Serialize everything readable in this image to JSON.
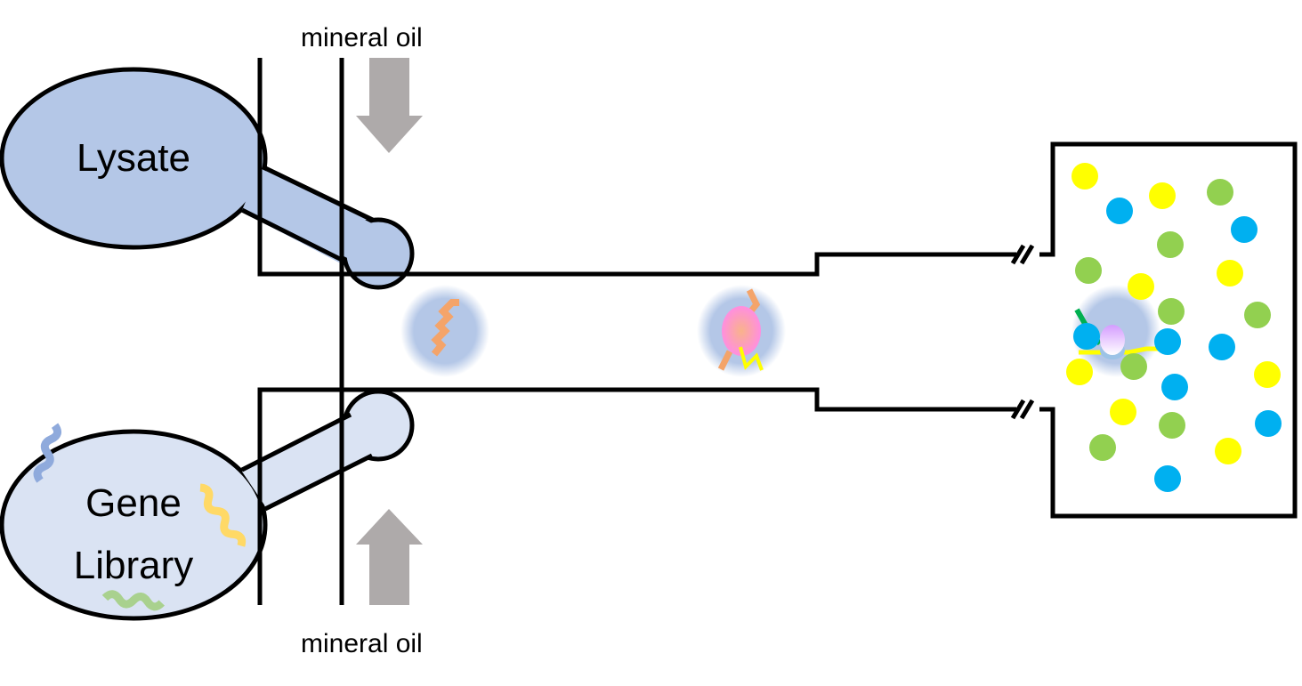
{
  "labels": {
    "oil_top": "mineral oil",
    "oil_bottom": "mineral oil",
    "lysate": "Lysate",
    "gene_line1": "Gene",
    "gene_line2": "Library"
  },
  "colors": {
    "lysate": "#b4c7e7",
    "gene_library": "#dae3f3",
    "arrow": "#aeaaaa",
    "droplet": "#b4c7e7",
    "protein": "#f4a46a",
    "dot_yellow": "#ffff00",
    "dot_blue": "#00b0f0",
    "dot_green": "#92d050"
  }
}
